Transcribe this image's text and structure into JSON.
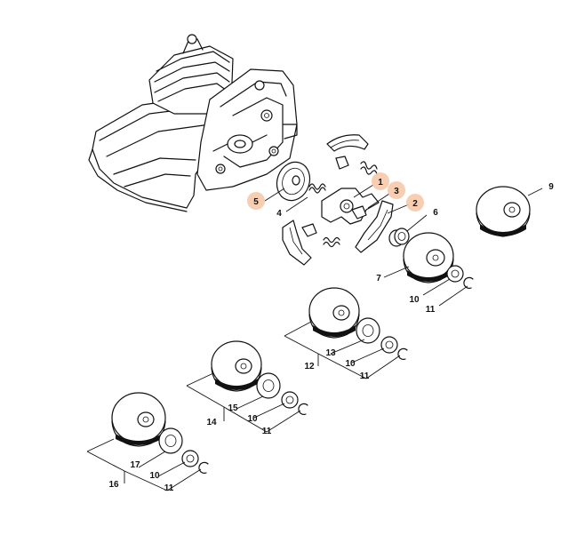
{
  "callouts": {
    "c1": "1",
    "c2": "2",
    "c3": "3",
    "c4": "4",
    "c5": "5",
    "c6": "6",
    "c7": "7",
    "c9": "9",
    "c10a": "10",
    "c11a": "11",
    "c12": "12",
    "c13": "13",
    "c10b": "10",
    "c11b": "11",
    "c14": "14",
    "c15": "15",
    "c10c": "10",
    "c11c": "11",
    "c16": "16",
    "c17": "17",
    "c10d": "10",
    "c11d": "11"
  },
  "highlighted": [
    "1",
    "2",
    "3",
    "5"
  ],
  "highlight_color": "#f6c9a9"
}
